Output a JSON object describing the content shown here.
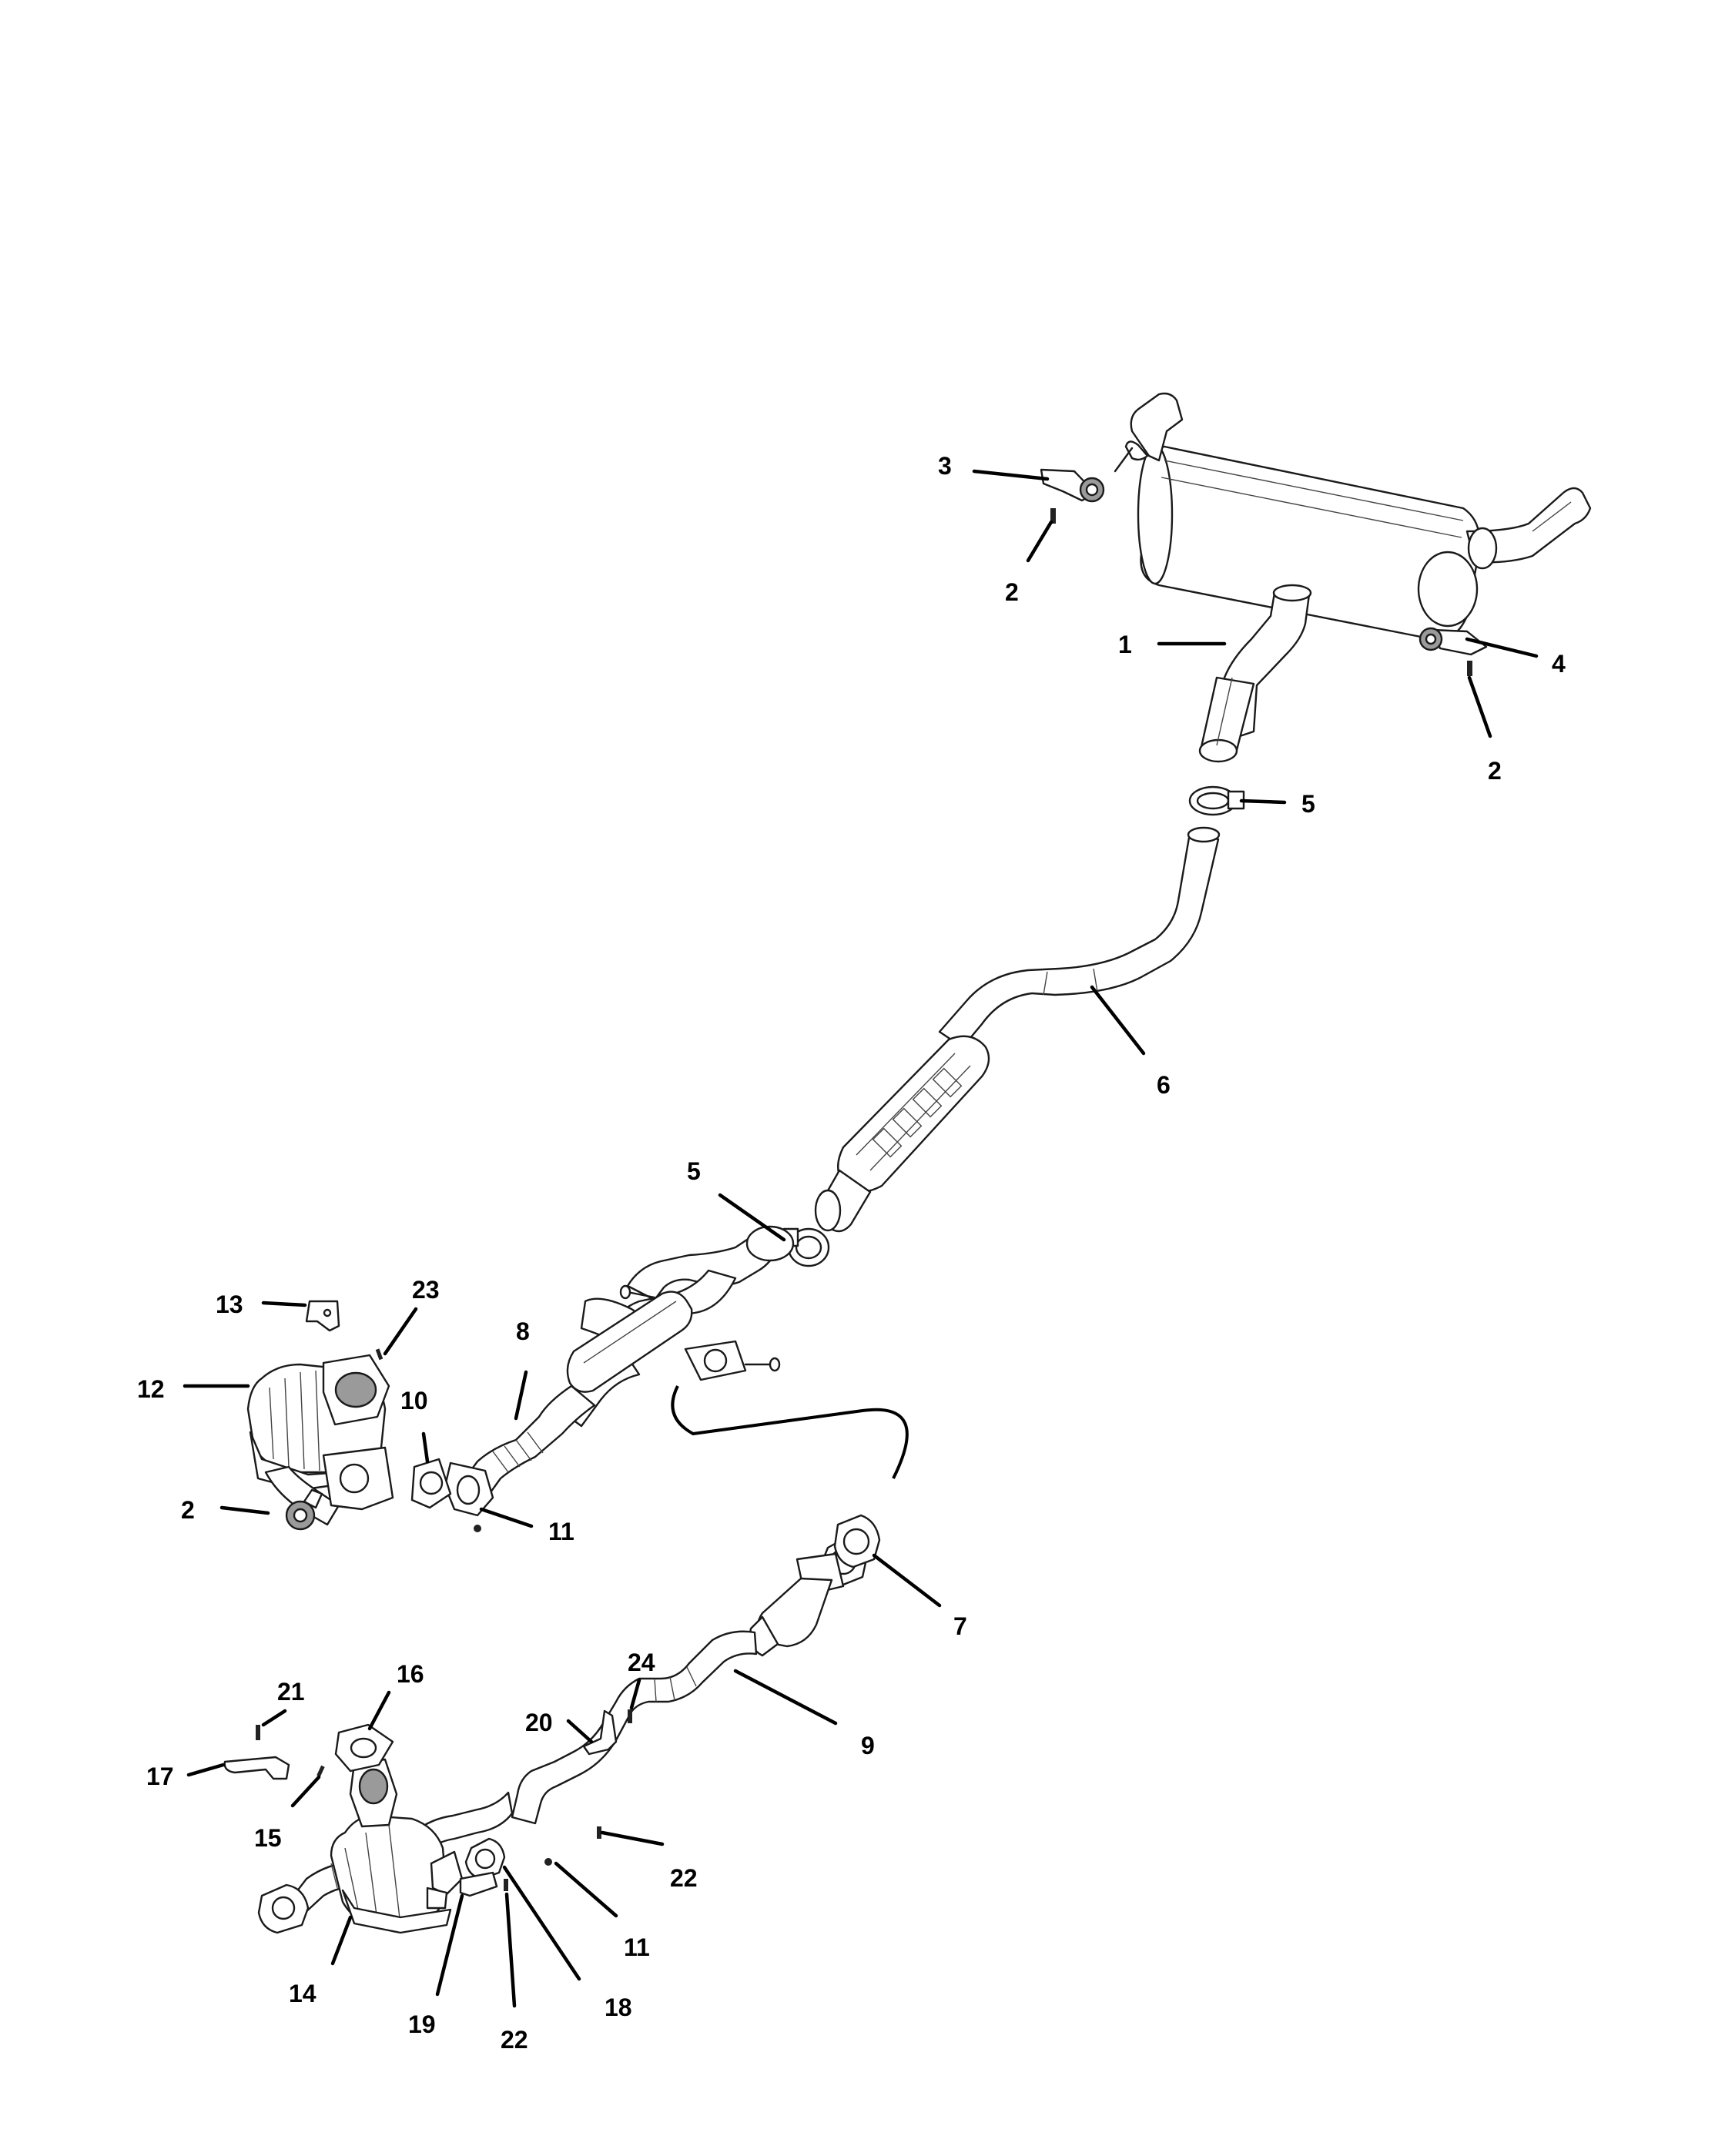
{
  "callouts": [
    {
      "id": "c1",
      "label": "1"
    },
    {
      "id": "c2a",
      "label": "2"
    },
    {
      "id": "c2b",
      "label": "2"
    },
    {
      "id": "c2c",
      "label": "2"
    },
    {
      "id": "c3",
      "label": "3"
    },
    {
      "id": "c4",
      "label": "4"
    },
    {
      "id": "c5a",
      "label": "5"
    },
    {
      "id": "c5b",
      "label": "5"
    },
    {
      "id": "c6",
      "label": "6"
    },
    {
      "id": "c7",
      "label": "7"
    },
    {
      "id": "c8",
      "label": "8"
    },
    {
      "id": "c9",
      "label": "9"
    },
    {
      "id": "c10",
      "label": "10"
    },
    {
      "id": "c11a",
      "label": "11"
    },
    {
      "id": "c11b",
      "label": "11"
    },
    {
      "id": "c12",
      "label": "12"
    },
    {
      "id": "c13",
      "label": "13"
    },
    {
      "id": "c14",
      "label": "14"
    },
    {
      "id": "c15",
      "label": "15"
    },
    {
      "id": "c16",
      "label": "16"
    },
    {
      "id": "c17",
      "label": "17"
    },
    {
      "id": "c18",
      "label": "18"
    },
    {
      "id": "c19",
      "label": "19"
    },
    {
      "id": "c20",
      "label": "20"
    },
    {
      "id": "c21",
      "label": "21"
    },
    {
      "id": "c22a",
      "label": "22"
    },
    {
      "id": "c22b",
      "label": "22"
    },
    {
      "id": "c23",
      "label": "23"
    },
    {
      "id": "c24",
      "label": "24"
    }
  ]
}
